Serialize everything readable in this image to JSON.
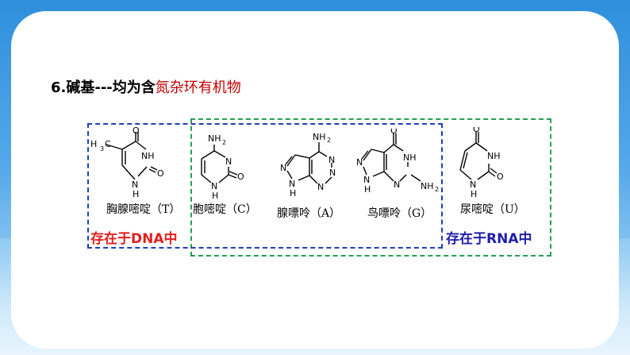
{
  "slide": {
    "title_prefix": "6.碱基---均为含",
    "title_highlight": "氮杂环有机物",
    "molecules": [
      {
        "name": "胸腺嘧啶（T）"
      },
      {
        "name": "胞嘧啶（C）"
      },
      {
        "name": "腺嘌呤（A）"
      },
      {
        "name": "鸟嘌呤（G）"
      },
      {
        "name": "尿嘧啶（U）"
      }
    ],
    "dna_label": "存在于DNA中",
    "rna_label": "存在于RNA中",
    "atom_labels": {
      "o": "O",
      "n": "N",
      "nh": "NH",
      "h": "H",
      "nh2": "NH",
      "nh2_sub": "2",
      "ch3": "H",
      "ch3_c": "C",
      "ch3_h": "3"
    }
  },
  "colors": {
    "blue_box": "#1f3fbf",
    "green_box": "#22a052",
    "dna_label": "#e02020",
    "rna_label": "#1f1fa8",
    "highlight": "#c00000"
  }
}
